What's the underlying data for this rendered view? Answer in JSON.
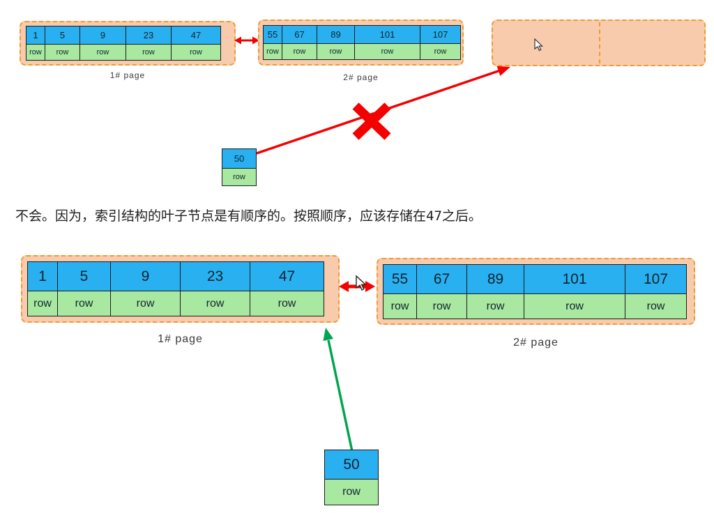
{
  "sections": {
    "top": {
      "page1": {
        "label": "1#  page",
        "keys": [
          "1",
          "5",
          "9",
          "23",
          "47"
        ],
        "rows": [
          "row",
          "row",
          "row",
          "row",
          "row"
        ]
      },
      "page2": {
        "label": "2#  page",
        "keys": [
          "55",
          "67",
          "89",
          "101",
          "107"
        ],
        "rows": [
          "row",
          "row",
          "row",
          "row",
          "row"
        ]
      },
      "insert_box": {
        "key": "50",
        "row": "row"
      }
    },
    "answer_text": {
      "before": "不会。因为，索引结构的叶子节点是有顺序的。按照顺序，应该存储在",
      "highlight": "47",
      "after": "之后。"
    },
    "bottom": {
      "page1": {
        "label": "1#  page",
        "keys": [
          "1",
          "5",
          "9",
          "23",
          "47"
        ],
        "rows": [
          "row",
          "row",
          "row",
          "row",
          "row"
        ]
      },
      "page2": {
        "label": "2#  page",
        "keys": [
          "55",
          "67",
          "89",
          "101",
          "107"
        ],
        "rows": [
          "row",
          "row",
          "row",
          "row",
          "row"
        ]
      },
      "insert_box": {
        "key": "50",
        "row": "row"
      }
    }
  },
  "colors": {
    "page_fill": "#F8CBAD",
    "page_border": "#ED9B33",
    "key_cell_blue": "#29B0F0",
    "row_cell_green": "#A8E8A0",
    "arrow_red": "#F40000",
    "arrow_green": "#00A550"
  }
}
